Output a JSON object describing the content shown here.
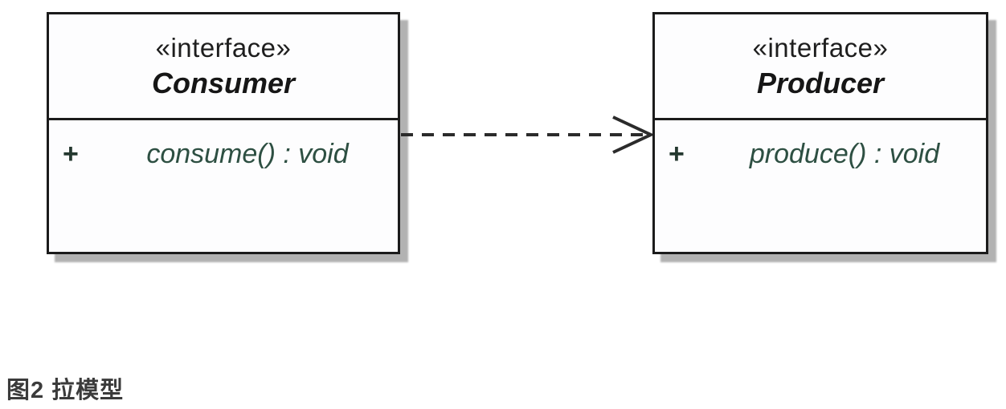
{
  "diagram": {
    "consumer": {
      "stereotype": "«interface»",
      "name": "Consumer",
      "visibility": "+",
      "method": "consume() : void"
    },
    "producer": {
      "stereotype": "«interface»",
      "name": "Producer",
      "visibility": "+",
      "method": "produce() : void"
    },
    "relation": {
      "type": "dashed-dependency-arrow",
      "from": "Consumer",
      "to": "Producer"
    }
  },
  "caption": "图2 拉模型",
  "colors": {
    "box_border": "#1b1b1b",
    "box_fill": "#fdfdfe",
    "shadow": "#b2b2b2",
    "title_text": "#161616",
    "method_text": "#2d4f42",
    "arrow": "#2b2b2b",
    "caption_text": "#3b3b3b"
  }
}
